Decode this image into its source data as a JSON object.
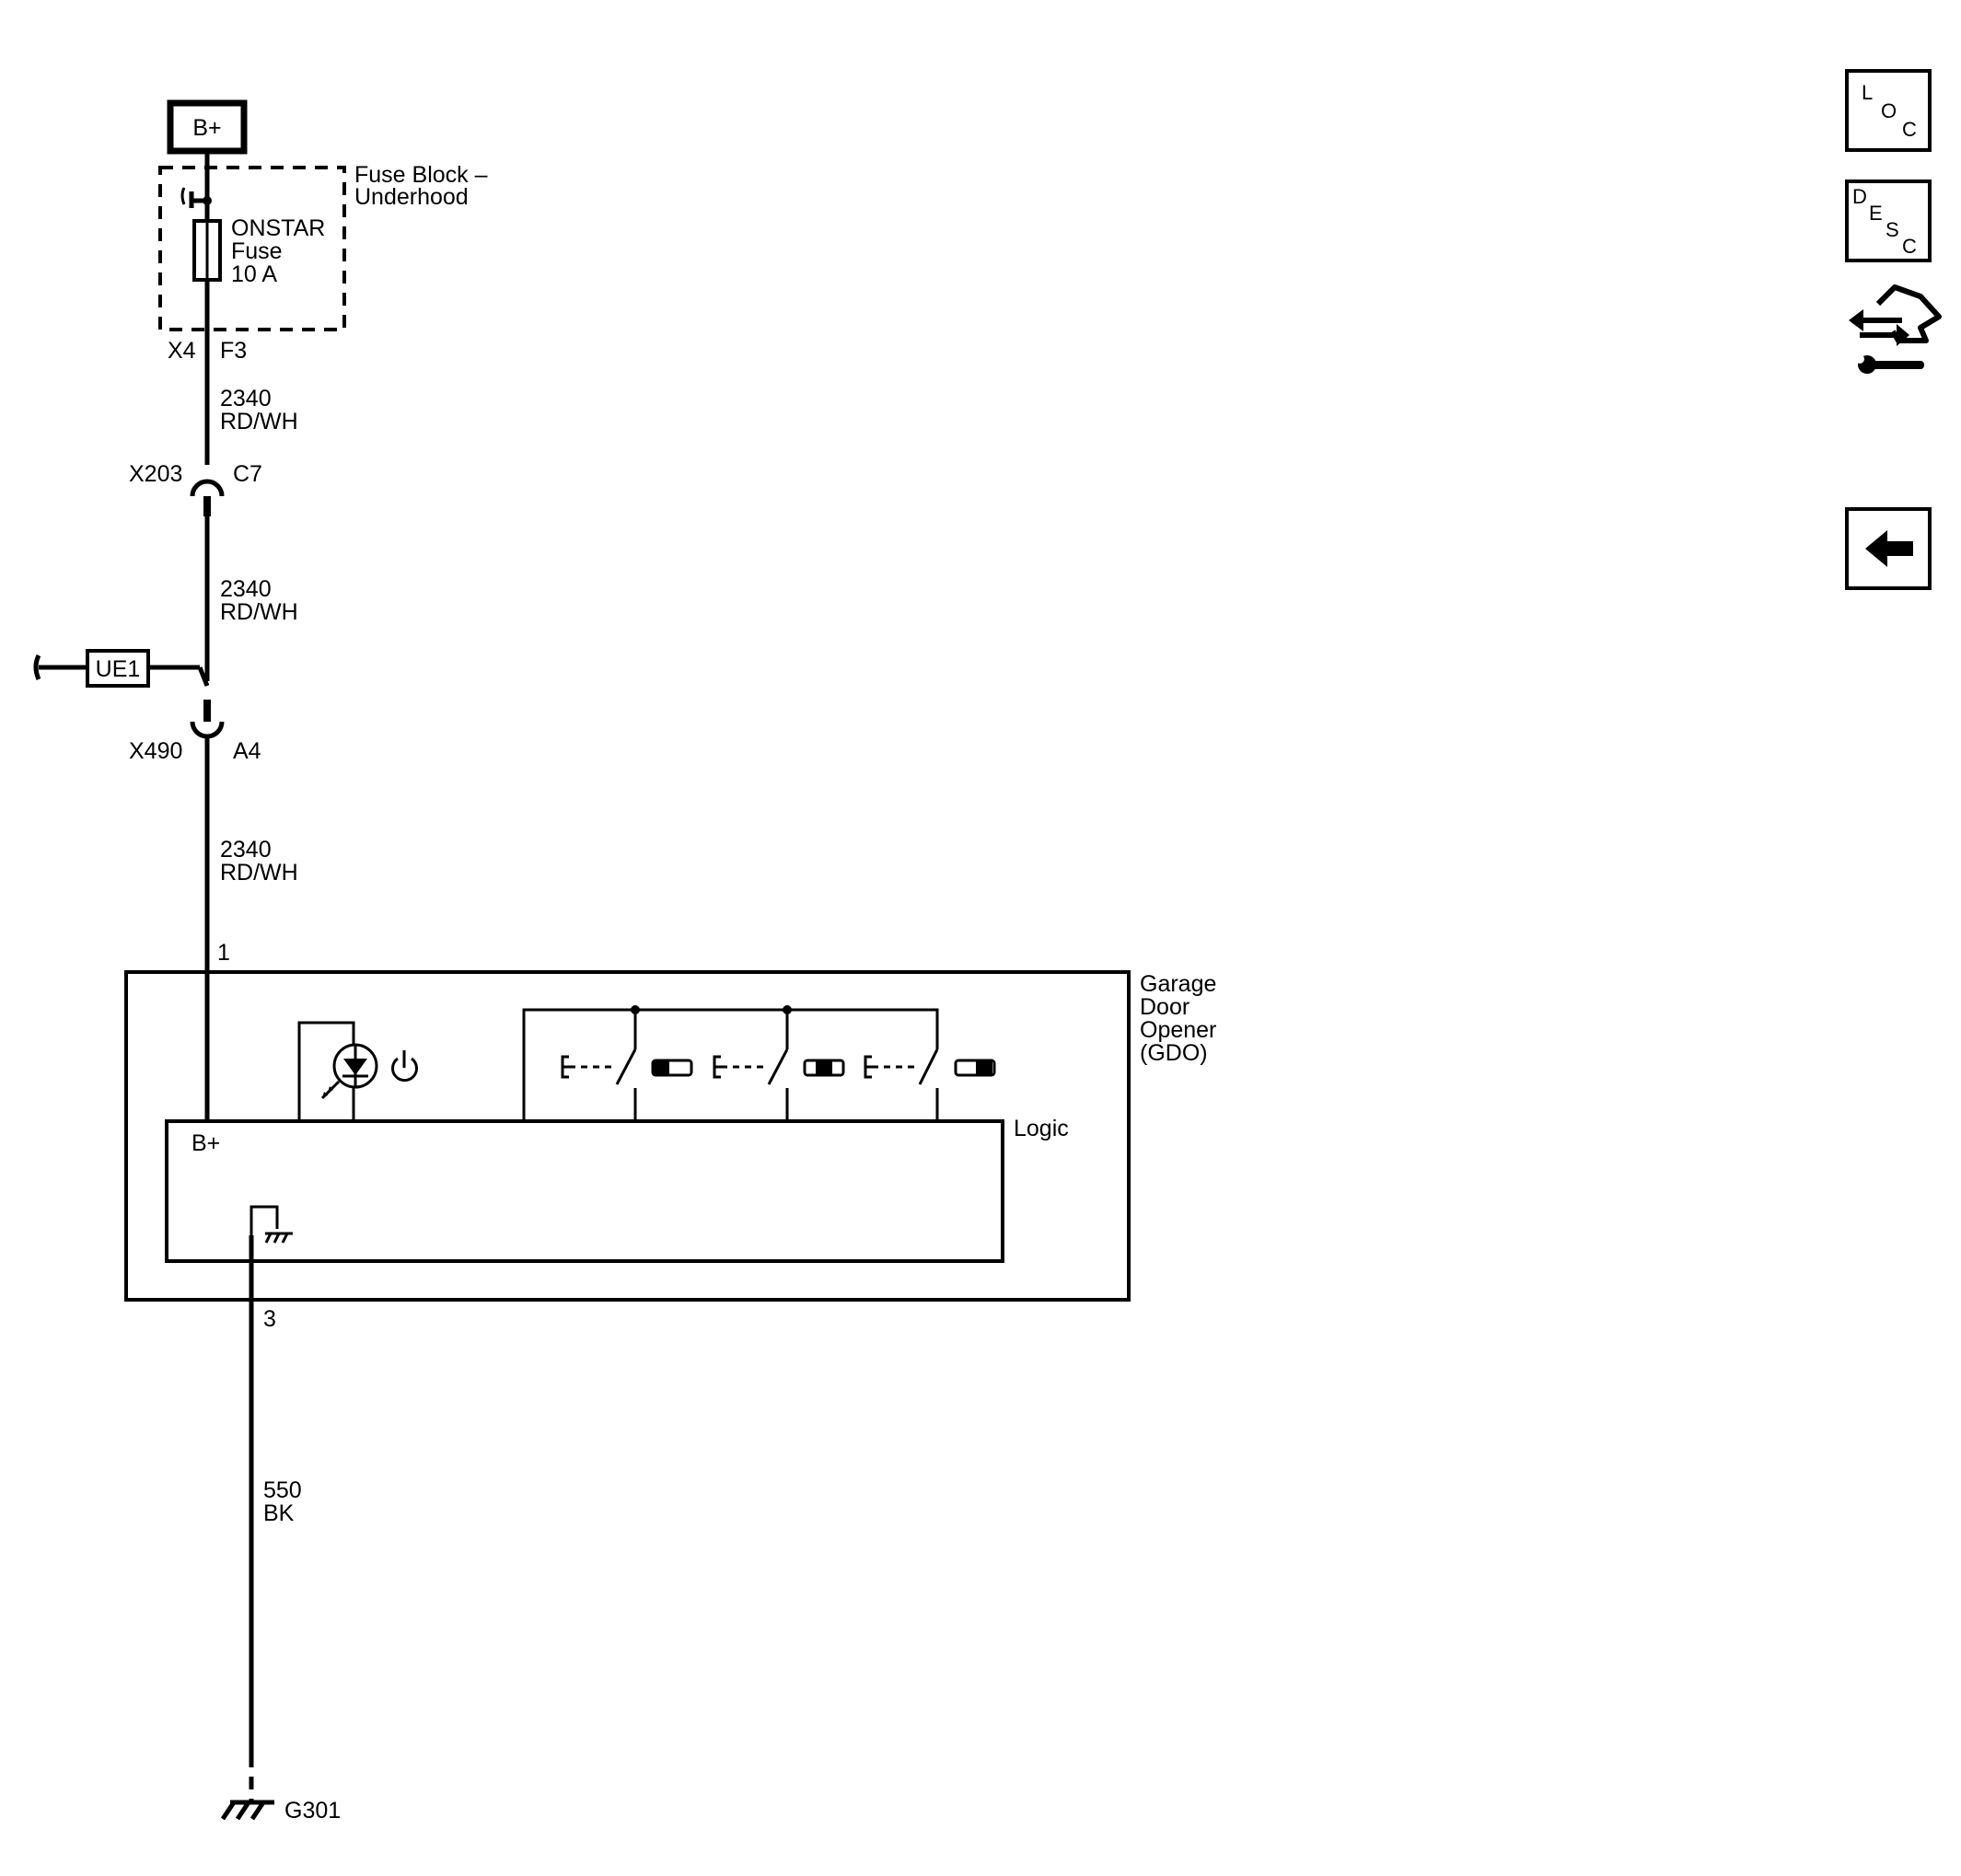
{
  "power_source": {
    "label": "B+"
  },
  "fuse_block": {
    "title_line1": "Fuse Block –",
    "title_line2": "Underhood"
  },
  "fuse": {
    "name": "ONSTAR",
    "type": "Fuse",
    "rating": "10 A"
  },
  "connectors": {
    "fuse_out": {
      "connector": "X4",
      "pin": "F3"
    },
    "inline_1": {
      "connector": "X203",
      "pin": "C7"
    },
    "inline_2": {
      "connector": "X490",
      "pin": "A4"
    }
  },
  "wires": {
    "seg1": {
      "circuit": "2340",
      "color": "RD/WH"
    },
    "seg2": {
      "circuit": "2340",
      "color": "RD/WH"
    },
    "seg3": {
      "circuit": "2340",
      "color": "RD/WH"
    },
    "ground": {
      "circuit": "550",
      "color": "BK"
    }
  },
  "option_box": {
    "label": "UE1"
  },
  "gdo": {
    "title_line1": "Garage",
    "title_line2": "Door",
    "title_line3": "Opener",
    "title_line4": "(GDO)",
    "pin_power": "1",
    "pin_ground": "3",
    "logic_label": "Logic",
    "logic_input": "B+",
    "switches": [
      "button-1",
      "button-2",
      "button-3"
    ]
  },
  "ground": {
    "label": "G301"
  },
  "nav": {
    "loc": {
      "l1": "L",
      "l2": "O",
      "l3": "C"
    },
    "desc": {
      "l1": "D",
      "l2": "E",
      "l3": "S",
      "l4": "C"
    },
    "connector_view": "connector-end-view-icon",
    "back": "back-arrow-icon"
  }
}
